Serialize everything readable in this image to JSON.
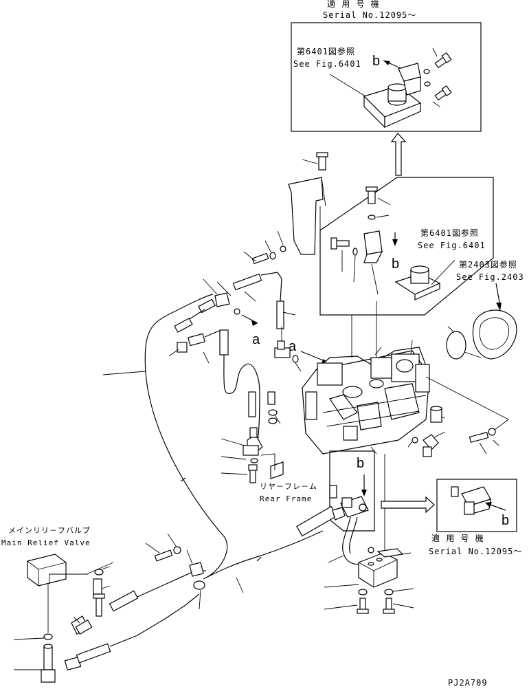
{
  "top_box": {
    "serial_jp": "適 用 号 機",
    "serial_en": "Serial No.12095～",
    "ref_jp": "第6401図参照",
    "ref_en": "See Fig.6401",
    "callout": "b"
  },
  "mid_refs": {
    "fig6401_jp": "第6401図参照",
    "fig6401_en": "See Fig.6401",
    "fig2403_jp": "第2403図参照",
    "fig2403_en": "See Fig.2403"
  },
  "callouts": {
    "a_left": "a",
    "a_right": "a",
    "b_mid": "b",
    "b_lower": "b",
    "b_right": "b"
  },
  "rear_frame": {
    "jp": "リヤ－フレ－ム",
    "en": "Rear Frame"
  },
  "main_relief": {
    "jp": "メインリリ－フバルブ",
    "en": "Main Relief Valve"
  },
  "bottom_box": {
    "serial_jp": "適 用 号 機",
    "serial_en": "Serial No.12095～"
  },
  "drawing_code": "PJ2A709"
}
